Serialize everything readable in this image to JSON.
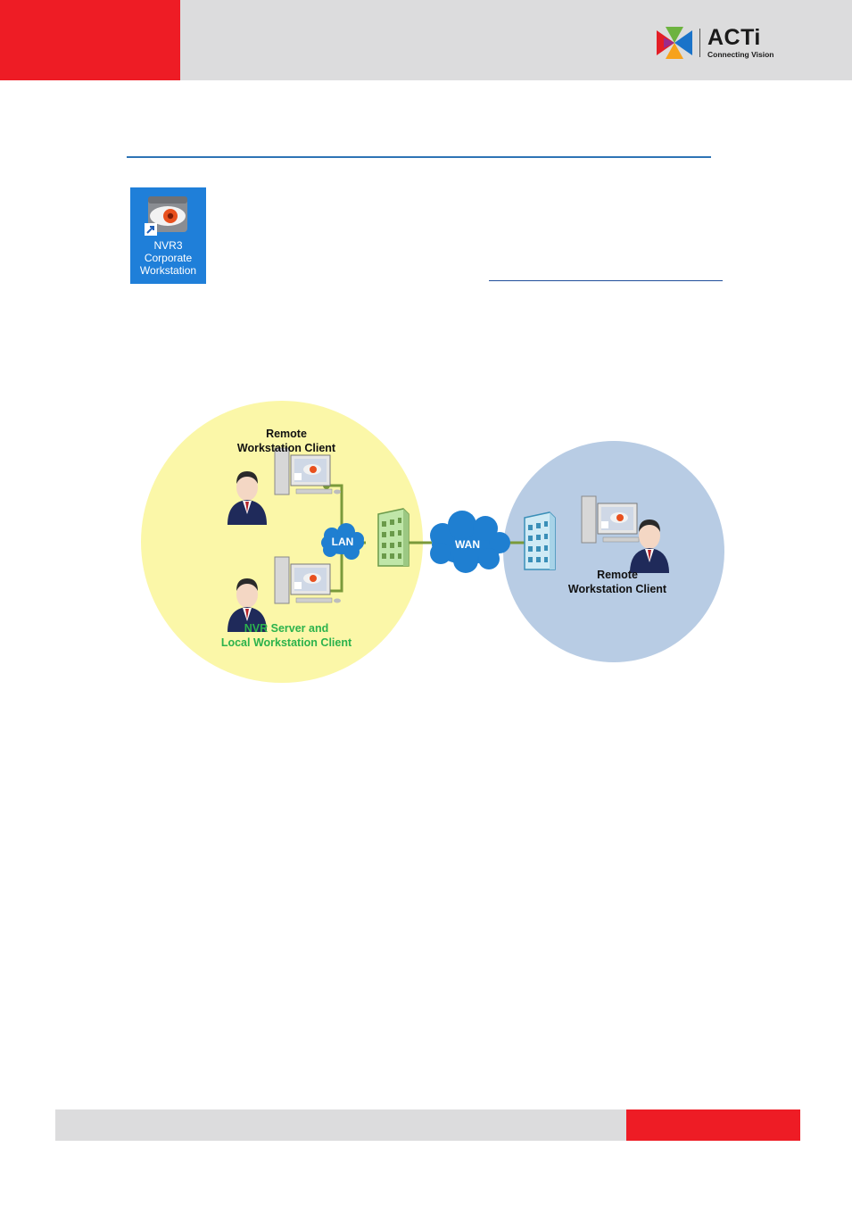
{
  "header": {
    "logo_name": "ACTi",
    "logo_tagline": "Connecting Vision"
  },
  "desktop_icon": {
    "label_lines": [
      "NVR3",
      "Corporate",
      "Workstation"
    ]
  },
  "diagram": {
    "lan_site": {
      "top_client_label": [
        "Remote",
        "Workstation Client"
      ],
      "server_label": [
        "NVR Server and",
        "Local Workstation Client"
      ]
    },
    "lan_label": "LAN",
    "wan_label": "WAN",
    "remote_site": {
      "client_label": [
        "Remote",
        "Workstation Client"
      ]
    },
    "colors": {
      "lan_circle": "#fbf7a8",
      "remote_circle": "#b8cce4",
      "server_label": "#2bb24c",
      "cloud": "#1f7fd1",
      "link": "#7a9a3a"
    }
  },
  "colors": {
    "brand_red": "#ee1c25",
    "header_gray": "#dcdcdd",
    "rule_blue": "#2e74b5"
  }
}
